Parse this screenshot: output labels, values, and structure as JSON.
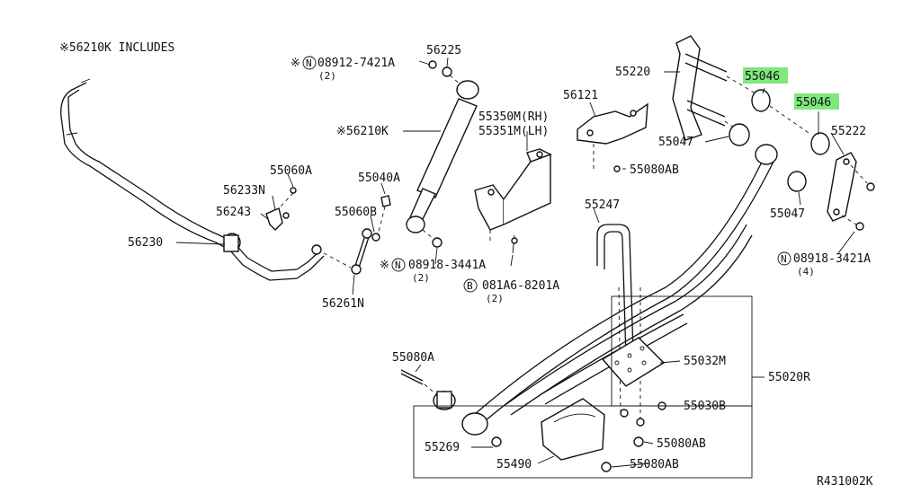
{
  "note": "※56210K INCLUDES",
  "ref_code": "R431002K",
  "highlight_color": "#7ee87e",
  "labels": {
    "p56225": "56225",
    "p08912": "08912-7421A",
    "p08912_qty": "(2)",
    "p56210k": "※56210K",
    "p55060a": "55060A",
    "p56233n": "56233N",
    "p55040a": "55040A",
    "p56243": "56243",
    "p55060b": "55060B",
    "p56230": "56230",
    "p08918_3441": "08918-3441A",
    "p08918_3441_qty": "(2)",
    "p56261n": "56261N",
    "p55350m": "55350M(RH)",
    "p55351m": "55351M(LH)",
    "p081a6": "081A6-8201A",
    "p081a6_qty": "(2)",
    "p56121": "56121",
    "p55080ab_top": "55080AB",
    "p55220": "55220",
    "p55046_a": "55046",
    "p55046_b": "55046",
    "p55047_left": "55047",
    "p55222": "55222",
    "p55047_right": "55047",
    "p08918_3421": "08918-3421A",
    "p08918_3421_qty": "(4)",
    "p55247": "55247",
    "p55080a": "55080A",
    "p55032m": "55032M",
    "p55020r": "55020R",
    "p55030b": "55030B",
    "p55269": "55269",
    "p55080ab_mid": "55080AB",
    "p55490": "55490",
    "p55080ab_bot": "55080AB"
  },
  "circle_marks": {
    "n": "N",
    "b": "B",
    "star": "※"
  }
}
